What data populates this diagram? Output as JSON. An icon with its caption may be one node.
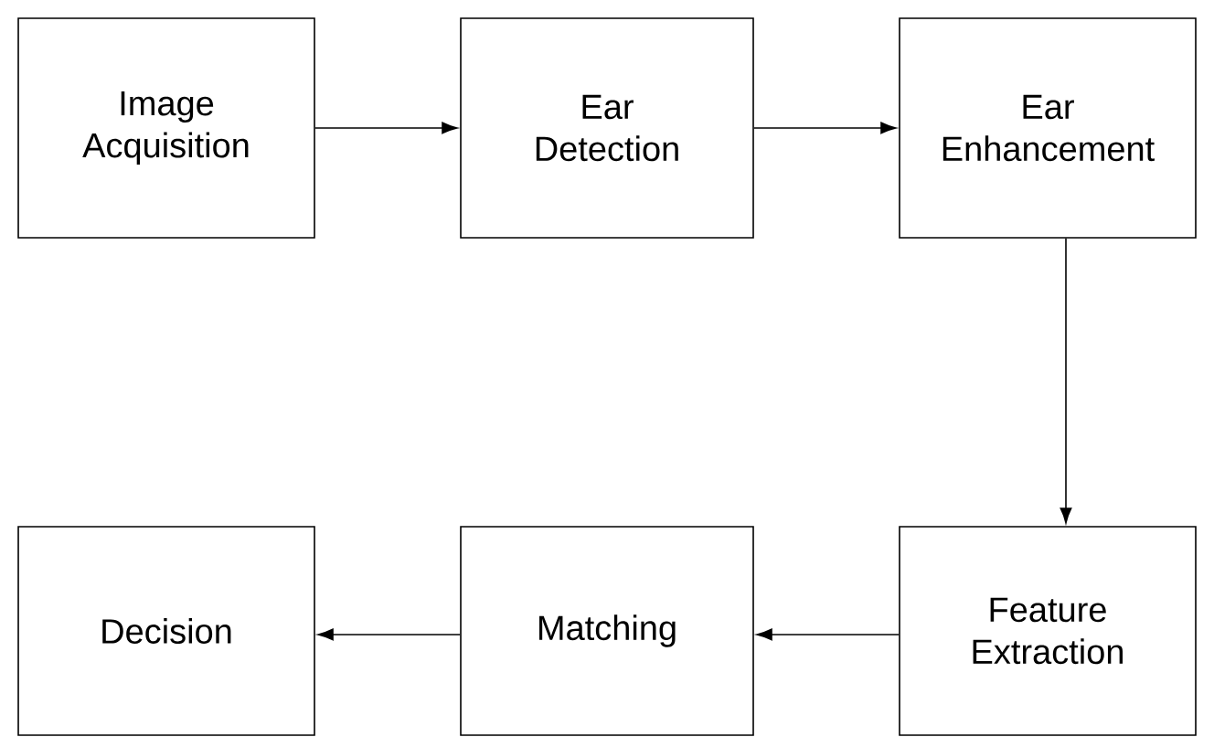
{
  "diagram": {
    "nodes": [
      {
        "text": [
          "Image Acquisition"
        ]
      },
      {
        "text": [
          "Ear Detection"
        ]
      },
      {
        "text": [
          "Ear Enhancement"
        ]
      },
      {
        "text": [
          "Decision"
        ]
      },
      {
        "text": [
          "Matching"
        ]
      },
      {
        "text": [
          "Feature Extraction"
        ]
      }
    ],
    "edges": [
      {
        "from": 0,
        "to": 1,
        "arrow": "to"
      },
      {
        "from": 1,
        "to": 2,
        "arrow": "to"
      },
      {
        "from": 2,
        "to": 5,
        "arrow": "to"
      },
      {
        "from": 5,
        "to": 4,
        "arrow": "to"
      },
      {
        "from": 4,
        "to": 3,
        "arrow": "to"
      }
    ]
  }
}
